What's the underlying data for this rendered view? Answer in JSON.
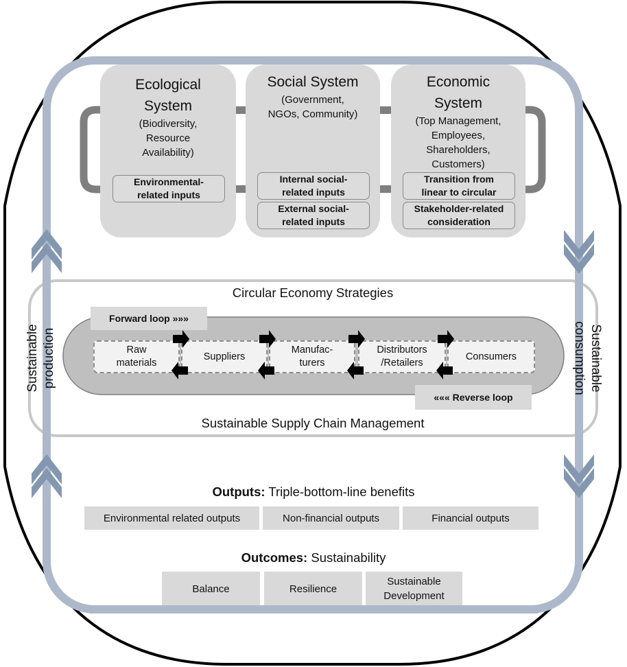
{
  "systems": [
    {
      "title_line1": "Ecological",
      "title_line2": "System",
      "subtitle": [
        "(Biodiversity,",
        "Resource",
        "Availability)"
      ],
      "inputs": [
        {
          "line1": "Environmental-",
          "line2": "related inputs"
        }
      ]
    },
    {
      "title_line1": "Social System",
      "subtitle": [
        "(Government,",
        "NGOs, Community)"
      ],
      "inputs": [
        {
          "line1": "Internal social-",
          "line2": "related inputs"
        },
        {
          "line1": "External social-",
          "line2": "related inputs"
        }
      ]
    },
    {
      "title_line1": "Economic",
      "title_line2": "System",
      "subtitle": [
        "(Top Management,",
        "Employees,",
        "Shareholders,",
        "Customers)"
      ],
      "inputs": [
        {
          "line1": "Transition from",
          "line2": "linear to circular"
        },
        {
          "line1": "Stakeholder-related",
          "line2": "consideration"
        }
      ]
    }
  ],
  "side_labels": {
    "left": {
      "line1": "Sustainable",
      "line2": "production"
    },
    "right": {
      "line1": "Sustainable",
      "line2": "consumption"
    }
  },
  "ssc": {
    "top_title": "Circular Economy Strategies",
    "bottom_title": "Sustainable Supply Chain Management",
    "forward_loop": "Forward loop »»»",
    "reverse_loop": "««« Reverse loop",
    "nodes": [
      {
        "line1": "Raw",
        "line2": "materials"
      },
      {
        "line1": "Suppliers",
        "line2": ""
      },
      {
        "line1": "Manufac-",
        "line2": "turers"
      },
      {
        "line1": "Distributors",
        "line2": "/Retailers"
      },
      {
        "line1": "Consumers",
        "line2": ""
      }
    ]
  },
  "outputs": {
    "heading_bold": "Outputs:",
    "heading_rest": " Triple-bottom-line benefits",
    "items": [
      "Environmental related outputs",
      "Non-financial outputs",
      "Financial outputs"
    ]
  },
  "outcomes": {
    "heading_bold": "Outcomes:",
    "heading_rest": " Sustainability",
    "items": [
      {
        "line1": "Balance",
        "line2": ""
      },
      {
        "line1": "Resilience",
        "line2": ""
      },
      {
        "line1": "Sustainable",
        "line2": "Development"
      }
    ]
  },
  "colors": {
    "outer_border": "#000000",
    "flow_loop": "#adb9ca",
    "chevron": "#8497b0",
    "system_box": "#d9d9d9",
    "connector": "#7f7f7f",
    "ssc_border": "#c8c8c8",
    "loop_body": "#bfbfbf",
    "node_fill": "#f2f2f2"
  }
}
